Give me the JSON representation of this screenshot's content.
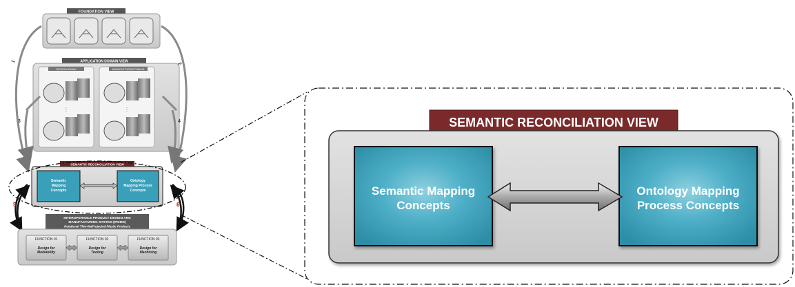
{
  "overview": {
    "foundation_view": "FOUNDATION VIEW",
    "application_domain_view": "APPLICATION DOMAIN VIEW",
    "domain_left_tab": "DESIGN DOMAIN",
    "domain_right_tab": "MANUFACTURING DOMAIN",
    "semantic_reconciliation_view_small": "SEMANTIC RECONCILIATION VIEW",
    "mini_semantic_mapping": [
      "Semantic",
      "Mapping",
      "Concepts"
    ],
    "mini_ontology_mapping": [
      "Ontology",
      "Mapping Process",
      "Concepts"
    ],
    "ipdms_title": [
      "INTEROPERABLE PRODUCT DESIGN AND",
      "MANUFACTURING SYSTEM (IPDMS)"
    ],
    "ipdms_subtitle": "Rotational Thin-Wall Injected Plastic Products",
    "functions": [
      {
        "header": "FUNCTION 01",
        "body": [
          "Design for",
          "Moldability"
        ]
      },
      {
        "header": "FUNCTION 02",
        "body": [
          "Design for",
          "Tooling"
        ]
      },
      {
        "header": "FUNCTION 03",
        "body": [
          "Design for",
          "Machining"
        ]
      }
    ],
    "arrow_labels": [
      "1",
      "2",
      "3",
      "4",
      "5",
      "6"
    ]
  },
  "detail": {
    "title": "SEMANTIC RECONCILIATION VIEW",
    "left_box": [
      "Semantic Mapping",
      "Concepts"
    ],
    "right_box": [
      "Ontology Mapping",
      "Process Concepts"
    ]
  },
  "colors": {
    "teal": "#3a9fb8",
    "teal_dark": "#1f6f85",
    "maroon": "#7a2a2a",
    "panel_gray": "#d4d4d4"
  }
}
